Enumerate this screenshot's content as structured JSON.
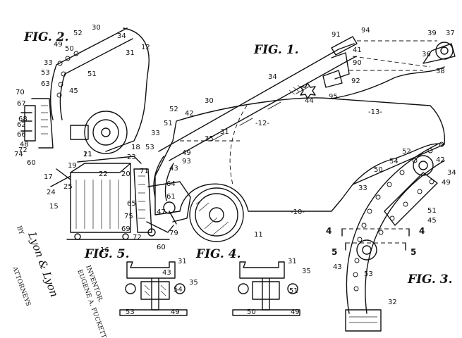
{
  "figures": {
    "fig1": "FIG. 1.",
    "fig2": "FIG. 2.",
    "fig3": "FIG. 3.",
    "fig4": "FIG. 4.",
    "fig5": "FIG. 5."
  },
  "credits": {
    "inventor_label": "INVENTOR.",
    "inventor_name": "EUGENE A. PUCKETT",
    "by": "BY",
    "signature": "Lyon & Lyon",
    "attorneys": "ATTORNEYS"
  },
  "fig1_refs": {
    "r91": "91",
    "r94": "94",
    "r39": "39",
    "r37": "37",
    "r36": "36",
    "r38": "38",
    "r41": "41",
    "r90": "90",
    "r92": "92",
    "r95": "95",
    "r44": "44",
    "r34": "34",
    "r13": "-13-",
    "r30": "30",
    "r31": "31",
    "r12": "-12-",
    "r42": "42",
    "r52": "52",
    "r51": "51",
    "r33": "33",
    "r35": "35",
    "r18": "18",
    "r53": "53",
    "r49": "49",
    "r93": "93",
    "r71": "71",
    "r43": "43",
    "r23": "23",
    "r21": "21",
    "r19": "19",
    "r17": "17",
    "r24": "24",
    "r25": "25",
    "r20": "20",
    "r22": "22",
    "r15": "15",
    "r10": "-10-",
    "r11": "11",
    "r16": "16",
    "r60": "60",
    "r79": "79",
    "r72": "72",
    "r47": "47",
    "r75": "75",
    "r69": "69",
    "r65": "65",
    "r64": "64",
    "r61": "61"
  },
  "fig2_refs": {
    "r52": "52",
    "r30": "30",
    "r49": "49",
    "r50": "50",
    "r34": "34",
    "r31": "31",
    "r12": "12",
    "r33": "33",
    "r51": "51",
    "r53": "53",
    "r63": "63",
    "r45": "45",
    "r70": "70",
    "r67": "67",
    "r62": "62",
    "r66": "66",
    "r68": "68",
    "r48": "48",
    "r74": "74",
    "r72": "72",
    "r11": "11",
    "r60": "60"
  },
  "fig3_refs": {
    "r52": "52",
    "r54": "54",
    "r42": "42",
    "r34": "34",
    "r50": "50",
    "r33": "33",
    "r49": "49",
    "r51": "51",
    "r45": "45",
    "r43": "43",
    "r53": "53",
    "r32": "32",
    "s4a": "4",
    "s4b": "4",
    "s5a": "5",
    "s5b": "5"
  },
  "fig4_refs": {
    "r31": "31",
    "r35": "35",
    "r51": "51",
    "r50": "50",
    "r49": "49"
  },
  "fig5_refs": {
    "r31": "31",
    "r43": "43",
    "r35": "35",
    "r54": "54",
    "r53": "53",
    "r49": "49"
  }
}
